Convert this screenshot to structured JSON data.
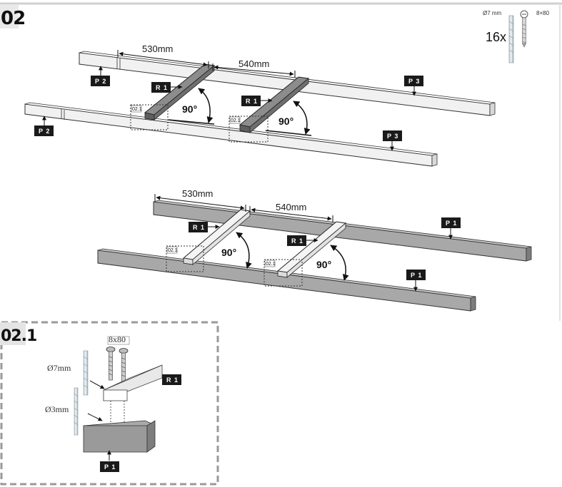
{
  "step": {
    "number": "02",
    "detail_number": "02.1"
  },
  "hardware": {
    "count": "16x",
    "drill_label": "Ø7 mm",
    "screw_label": "8×80"
  },
  "dimensions": {
    "first_gap": "530mm",
    "second_gap": "540mm"
  },
  "angle": "90°",
  "detail_ref": "02.1",
  "parts": {
    "p1": "P 1",
    "p2": "P 2",
    "p3": "P 3",
    "r1": "R 1"
  },
  "detail": {
    "screw_label": "8x80",
    "drill_large": "Ø7mm",
    "drill_small": "Ø3mm"
  },
  "colors": {
    "grey_beam": "#9e9e9e",
    "light_beam": "#ededed",
    "tag_bg": "#1a1a1a",
    "frame_border": "#9a9a9a"
  }
}
